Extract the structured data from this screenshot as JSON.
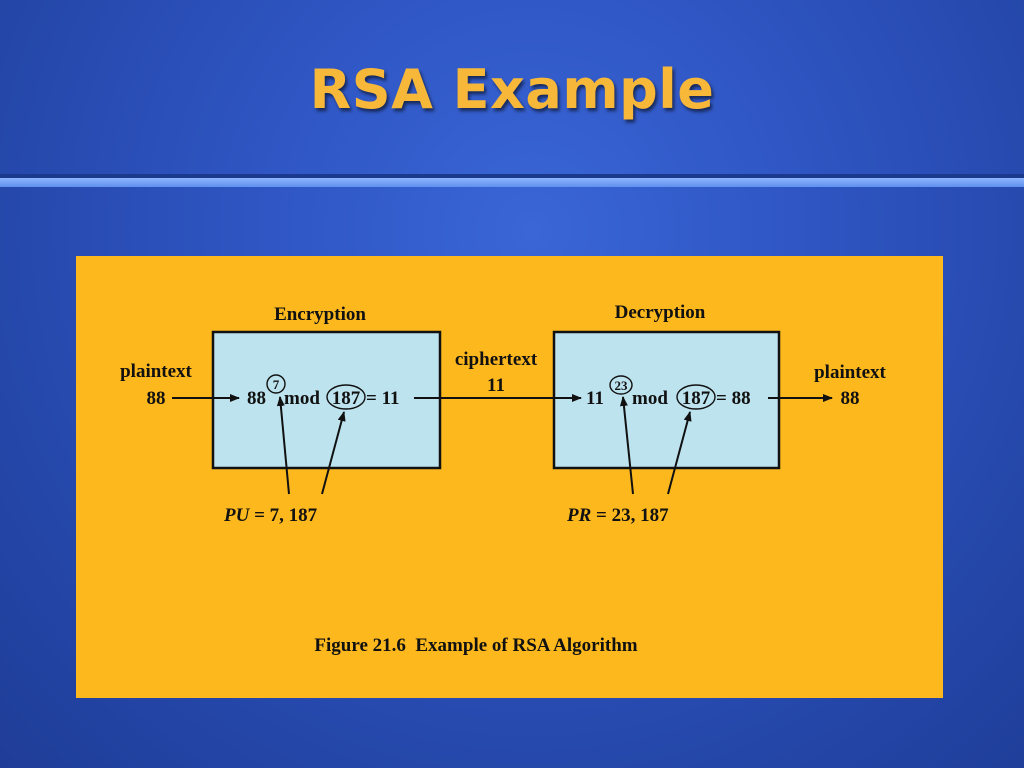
{
  "slide": {
    "title": "RSA Example"
  },
  "figure": {
    "encryption_label": "Encryption",
    "decryption_label": "Decryption",
    "input": {
      "label": "plaintext",
      "value": "88"
    },
    "ciphertext": {
      "label": "ciphertext",
      "value": "11"
    },
    "output": {
      "label": "plaintext",
      "value": "88"
    },
    "enc_expr": {
      "base": "88",
      "exponent": "7",
      "mod": "mod",
      "modulus": "187",
      "result": "= 11"
    },
    "dec_expr": {
      "base": "11",
      "exponent": "23",
      "mod": "mod",
      "modulus": "187",
      "result": "= 88"
    },
    "public_key": {
      "var": "PU",
      "value": " = 7, 187"
    },
    "private_key": {
      "var": "PR",
      "value": " = 23, 187"
    },
    "caption": "Figure 21.6  Example of RSA Algorithm",
    "colors": {
      "box_fill": "#bde3ef",
      "panel_bg": "#fdb81e",
      "title": "#f7b83a"
    }
  }
}
